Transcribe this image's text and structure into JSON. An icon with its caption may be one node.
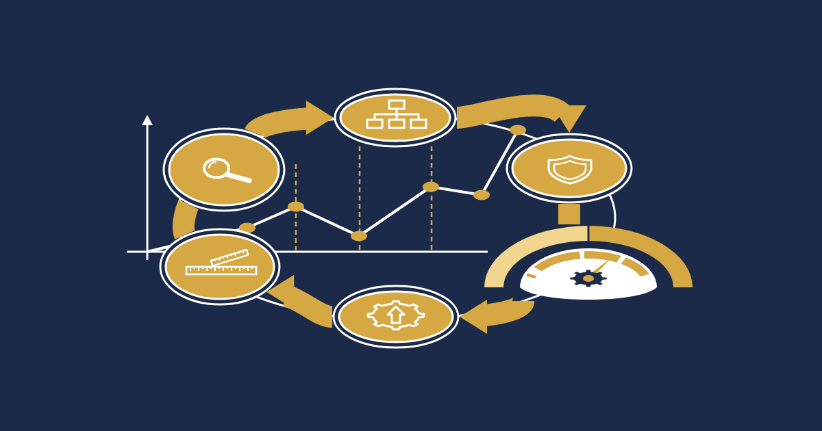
{
  "diagram": {
    "nodes": [
      {
        "text": [],
        "shape": "circle"
      },
      {
        "text": [],
        "shape": "circle"
      },
      {
        "text": [],
        "shape": "circle"
      },
      {
        "text": [],
        "shape": "picture"
      },
      {
        "text": [],
        "shape": "circle"
      },
      {
        "text": [],
        "shape": "circle"
      }
    ],
    "edges": [
      {
        "from": 0,
        "to": 1,
        "arrow": "to"
      },
      {
        "from": 1,
        "to": 2,
        "arrow": "to"
      },
      {
        "from": 2,
        "to": 3,
        "arrow": "none"
      },
      {
        "from": 3,
        "to": 4,
        "arrow": "to"
      },
      {
        "from": 4,
        "to": 5,
        "arrow": "to"
      },
      {
        "from": 5,
        "to": 0,
        "arrow": "none"
      }
    ]
  }
}
